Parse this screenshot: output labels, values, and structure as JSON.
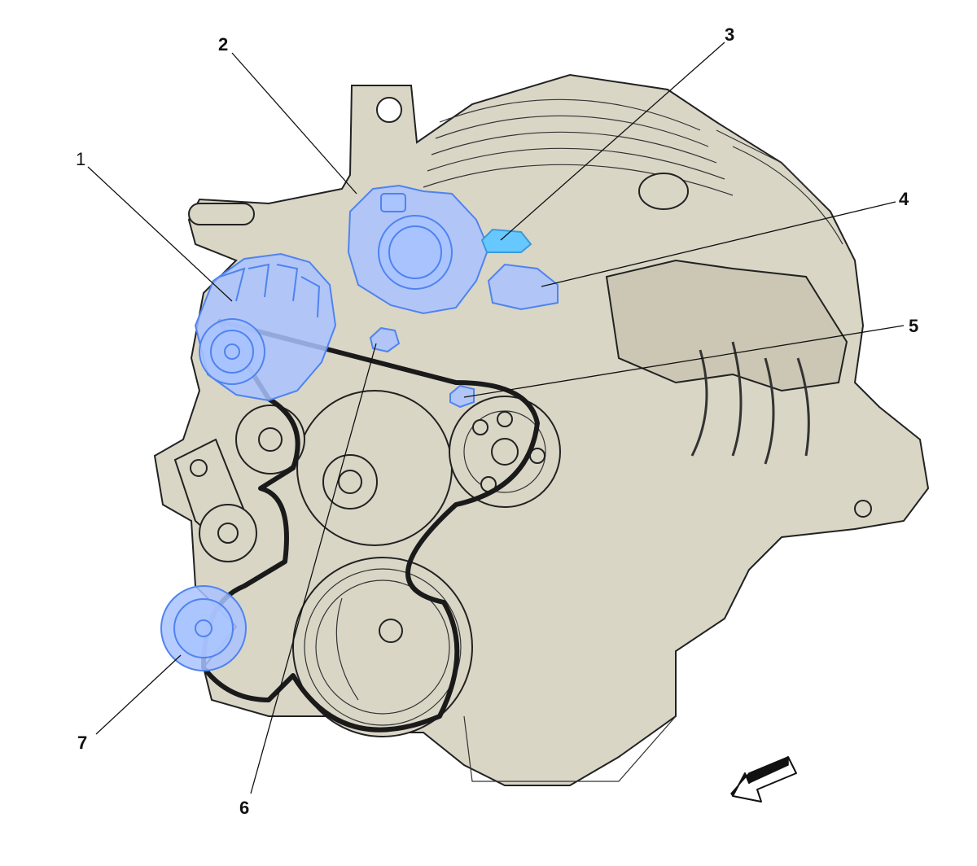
{
  "diagram": {
    "colors": {
      "engine_fill": "#d9d6c6",
      "engine_shadow": "#c9c5b2",
      "highlight_fill": "#a9c3ff",
      "highlight_stroke": "#4f83f0",
      "sensor_fill": "#67c8ff",
      "outline": "#222222",
      "belt": "#1a1a1a"
    },
    "callouts": [
      {
        "id": "1",
        "label": "1",
        "component": "generator"
      },
      {
        "id": "2",
        "label": "2",
        "component": "throttle-body"
      },
      {
        "id": "3",
        "label": "3",
        "component": "sensor"
      },
      {
        "id": "4",
        "label": "4",
        "component": "sensor"
      },
      {
        "id": "5",
        "label": "5",
        "component": "sensor"
      },
      {
        "id": "6",
        "label": "6",
        "component": "sensor"
      },
      {
        "id": "7",
        "label": "7",
        "component": "ac-compressor-clutch"
      }
    ],
    "orientation_icon": "front-direction-arrow-icon"
  }
}
